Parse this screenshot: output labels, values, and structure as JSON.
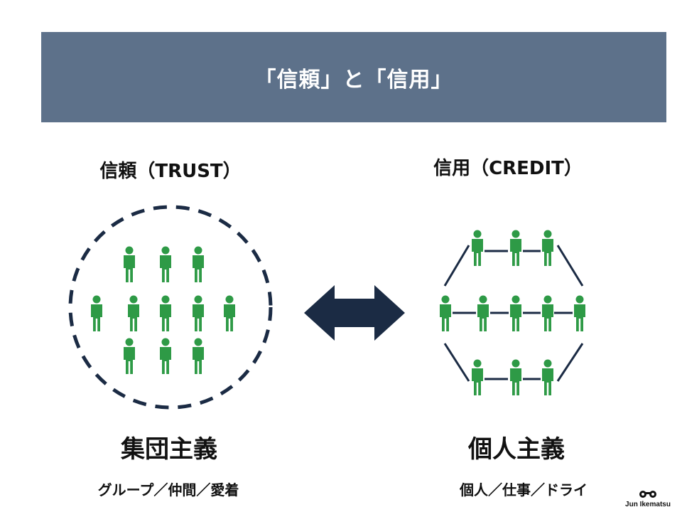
{
  "title": "「信頼」と「信用」",
  "left": {
    "heading": "信頼（TRUST）",
    "concept": "集団主義",
    "keywords": "グループ／仲間／愛着"
  },
  "right": {
    "heading": "信用（CREDIT）",
    "concept": "個人主義",
    "keywords": "個人／仕事／ドライ"
  },
  "brand": "Jun Ikematsu",
  "colors": {
    "banner": "#5d718a",
    "person": "#2e9a46",
    "navy": "#1b2b44",
    "link": "#1b2b44"
  },
  "icons": {
    "person": "person-icon",
    "arrow": "double-arrow-icon",
    "brand": "glasses-icon"
  }
}
